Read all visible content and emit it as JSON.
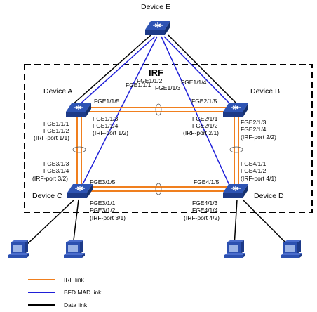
{
  "title": "IRF",
  "devices": {
    "e": "Device E",
    "a": "Device A",
    "b": "Device B",
    "c": "Device C",
    "d": "Device D"
  },
  "ports": {
    "e_1": "FGE1/1/1",
    "e_2": "FGE1/1/2",
    "e_3": "FGE1/1/3",
    "e_4": "FGE1/1/4",
    "a_bfd": "FGE1/1/5",
    "b_bfd": "FGE2/1/5",
    "c_bfd": "FGE3/1/5",
    "d_bfd": "FGE4/1/5",
    "a_right": [
      "FGE1/1/3",
      "FGE1/1/4",
      "(IRF-port 1/2)"
    ],
    "a_down": [
      "FGE1/1/1",
      "FGE1/1/2",
      "(IRF-port 1/1)"
    ],
    "b_left": [
      "FGE2/1/1",
      "FGE2/1/2",
      "(IRF-port 2/1)"
    ],
    "b_down": [
      "FGE2/1/3",
      "FGE2/1/4",
      "(IRF-port 2/2)"
    ],
    "c_up": [
      "FGE3/1/3",
      "FGE3/1/4",
      "(IRF-port 3/2)"
    ],
    "c_right": [
      "FGE3/1/1",
      "FGE3/1/2",
      "(IRF-port 3/1)"
    ],
    "d_up": [
      "FGE4/1/1",
      "FGE4/1/2",
      "(IRF-port 4/1)"
    ],
    "d_left": [
      "FGE4/1/3",
      "FGE4/1/4",
      "(IRF-port 4/2)"
    ]
  },
  "legend": {
    "irf": "IRF link",
    "bfd": "BFD  MAD link",
    "data": "Data link"
  },
  "colors": {
    "irf_link": "#f07f1e",
    "bfd_link": "#1f1fd8",
    "data_link": "#000000",
    "switch": "#2e54b4",
    "pc": "#2c50b0"
  }
}
